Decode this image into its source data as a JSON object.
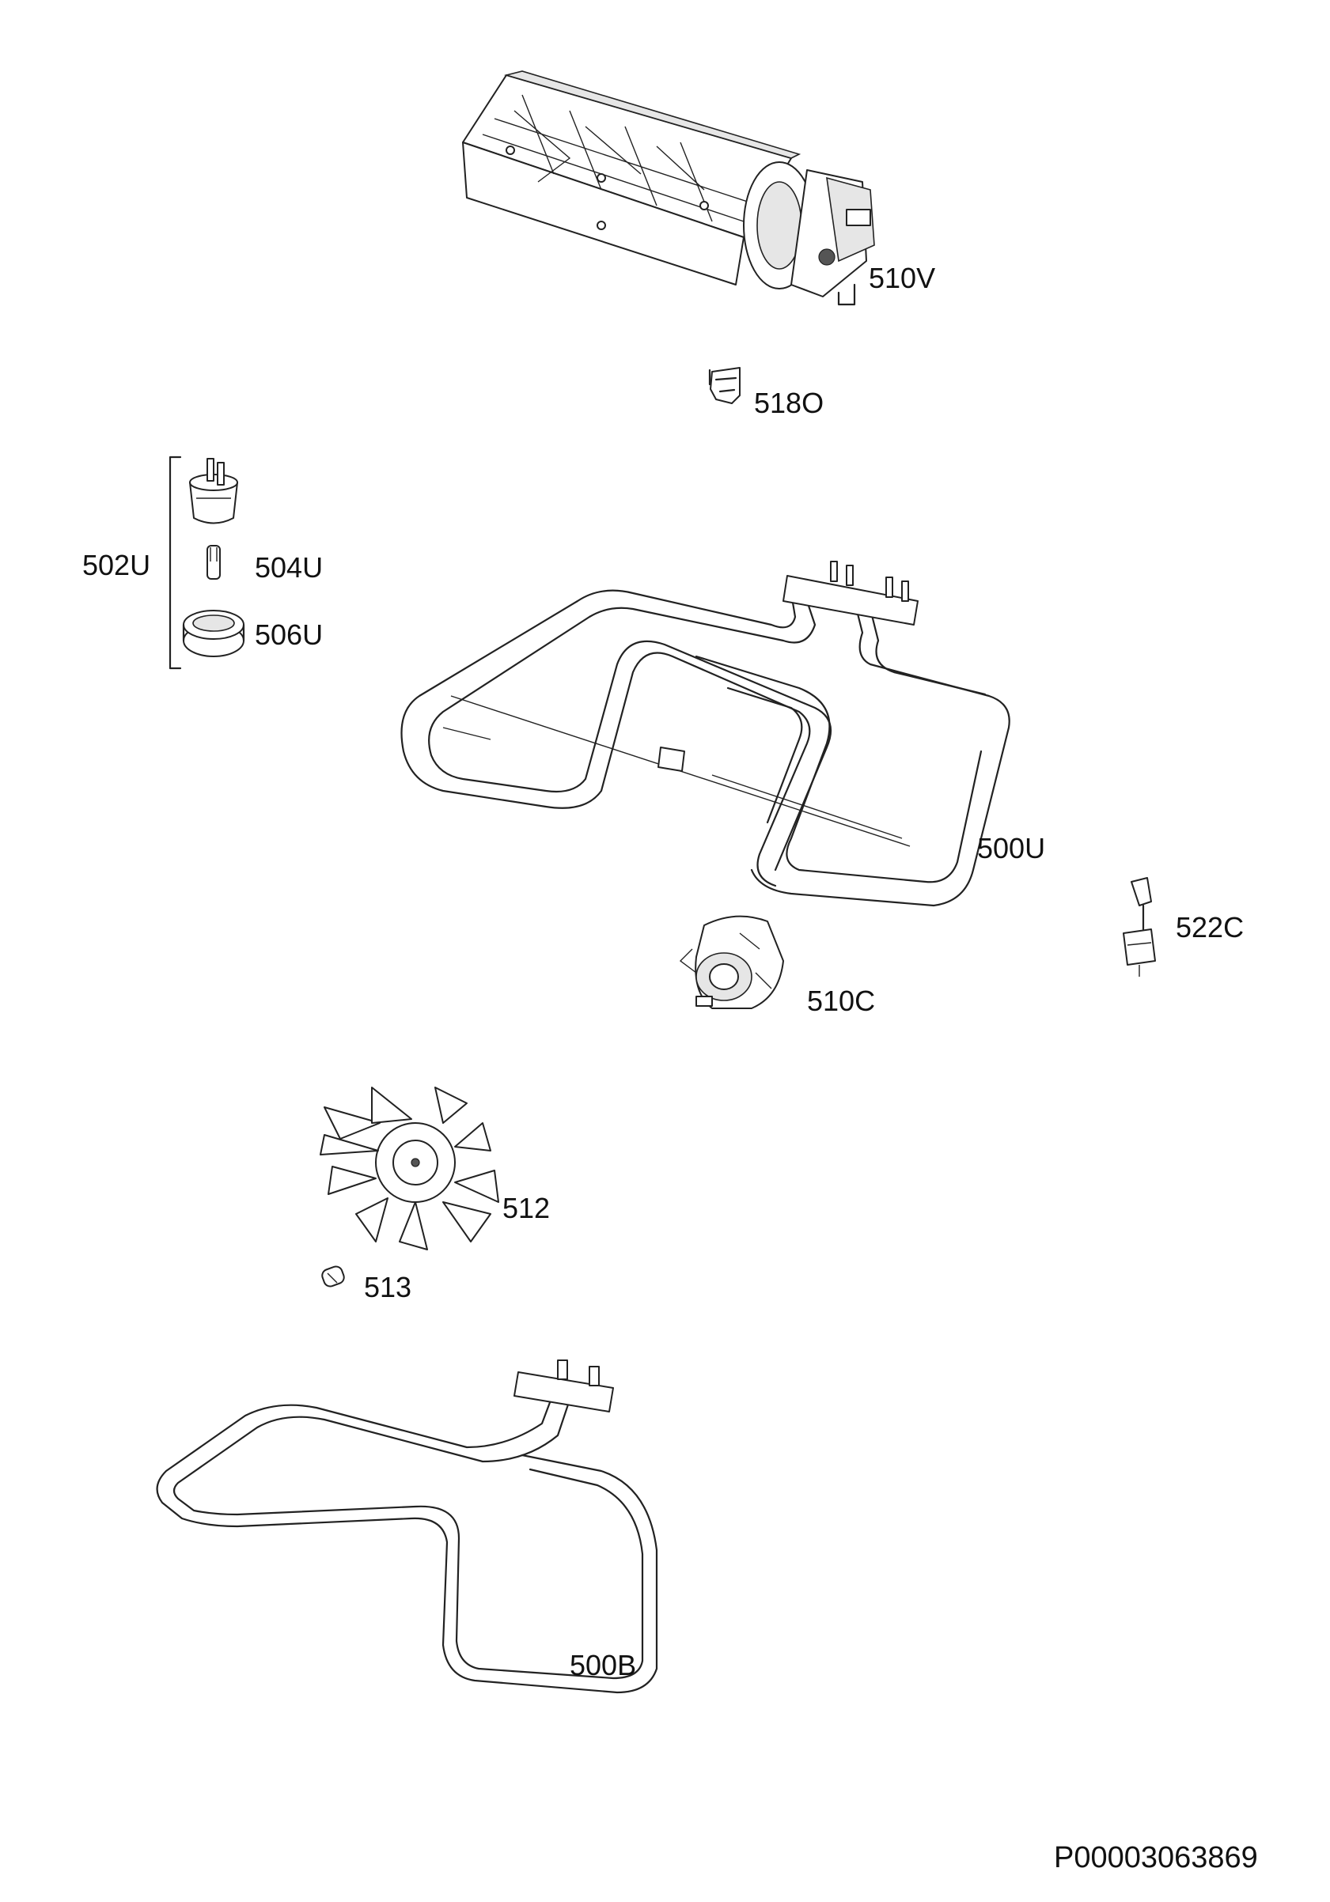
{
  "parts": [
    {
      "label": "510V",
      "icon": "tangential-fan-icon"
    },
    {
      "label": "518O",
      "icon": "clip-icon"
    },
    {
      "label": "502U",
      "icon": "lamp-assembly-bracket"
    },
    {
      "label": "504U",
      "icon": "lamp-bulb-icon"
    },
    {
      "label": "506U",
      "icon": "lamp-cover-icon"
    },
    {
      "label": "500U",
      "icon": "upper-heating-element-icon"
    },
    {
      "label": "522C",
      "icon": "thermal-cutout-icon"
    },
    {
      "label": "510C",
      "icon": "fan-motor-icon"
    },
    {
      "label": "512",
      "icon": "fan-blade-icon"
    },
    {
      "label": "513",
      "icon": "nut-icon"
    },
    {
      "label": "500B",
      "icon": "lower-heating-element-icon"
    }
  ],
  "document_code": "P00003063869"
}
